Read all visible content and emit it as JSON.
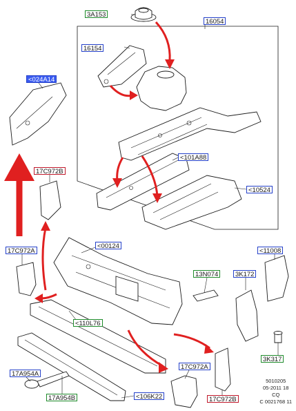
{
  "labels": {
    "l_3a153": "3A153",
    "l_16054": "16054",
    "l_16154": "16154",
    "l_024a14": "<024A14",
    "l_17c972b_top": "17C972B",
    "l_101a88": "<101A88",
    "l_10524": "<10524",
    "l_17c972a_left": "17C972A",
    "l_00124": "<00124",
    "l_11008": "<11008",
    "l_13n074": "13N074",
    "l_3k172": "3K172",
    "l_110l76": "<110L76",
    "l_17c972a_bottom": "17C972A",
    "l_3k317": "3K317",
    "l_17a954a": "17A954A",
    "l_106k22": "<106K22",
    "l_17c972b_bottom": "17C972B",
    "l_17a954b": "17A954B"
  },
  "reference": {
    "line1": "5010205",
    "line2": "05-2011 18",
    "line3": "CQ",
    "line4": "C 0021768 11"
  },
  "colors": {
    "arrow": "#e02020",
    "callout_blue": "#2440c9",
    "callout_green": "#1d8a2a",
    "callout_red": "#c0182a"
  }
}
